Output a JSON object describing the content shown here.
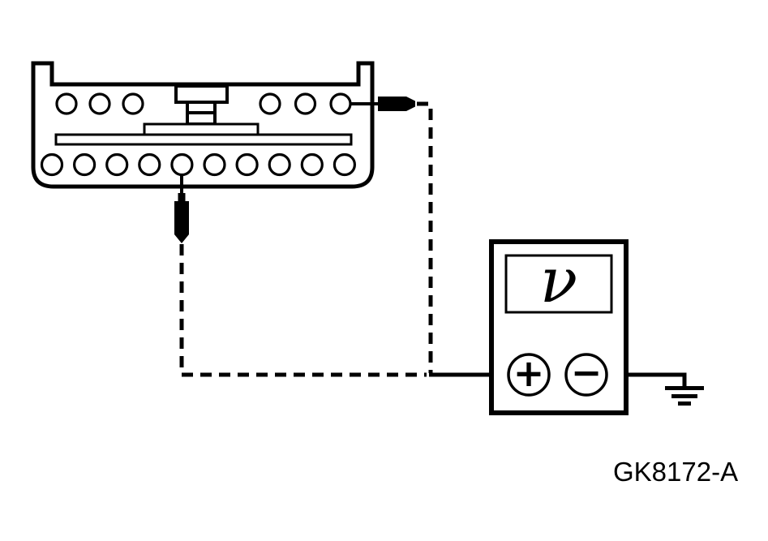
{
  "figure": {
    "id_label": "GK8172-A",
    "background_color": "#ffffff",
    "line_color": "#000000"
  },
  "connector": {
    "top_row_left_pins": 3,
    "top_row_right_pins": 3,
    "bottom_row_pins": 10
  },
  "voltmeter": {
    "display_symbol": "ν",
    "positive_terminal_label": "+",
    "negative_terminal_label": "−"
  }
}
